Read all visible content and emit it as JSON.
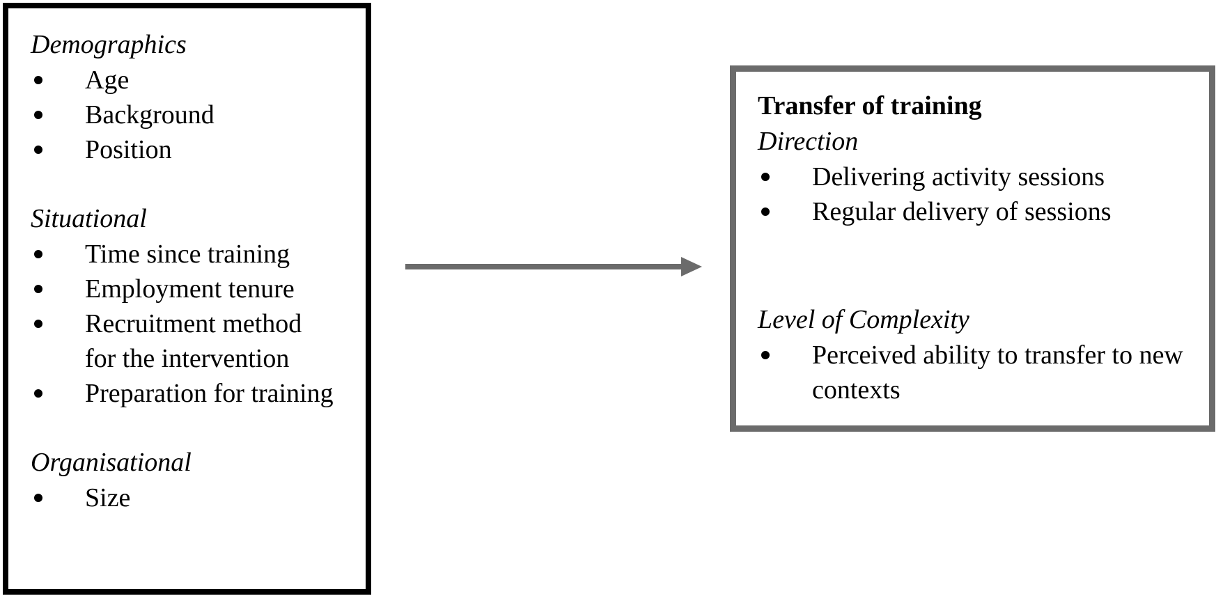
{
  "left_box": {
    "sections": [
      {
        "heading": "Demographics",
        "items": [
          "Age",
          "Background",
          "Position"
        ]
      },
      {
        "heading": "Situational",
        "items": [
          "Time since training",
          "Employment tenure",
          "Recruitment method for the intervention",
          "Preparation for training"
        ]
      },
      {
        "heading": "Organisational",
        "items": [
          "Size"
        ]
      }
    ]
  },
  "right_box": {
    "title": "Transfer of training",
    "sections": [
      {
        "heading": "Direction",
        "items": [
          "Delivering activity sessions",
          "Regular delivery of sessions"
        ]
      },
      {
        "heading": "Level of Complexity",
        "items": [
          "Perceived ability to transfer to new contexts"
        ]
      }
    ]
  },
  "colors": {
    "left_border": "#000000",
    "right_border": "#6b6b6b",
    "arrow": "#6b6b6b"
  }
}
